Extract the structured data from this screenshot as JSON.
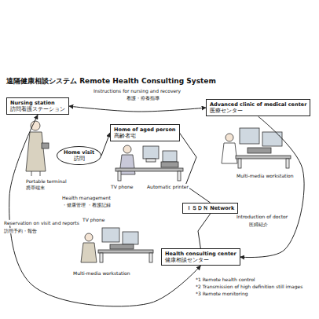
{
  "diagram": {
    "title": "遠隔健康相談システム Remote Health Consulting System",
    "nodes": [
      {
        "text": [
          "Nursing station",
          "訪問看護ステーション"
        ]
      },
      {
        "text": [
          "Home of aged person",
          "高齢者宅"
        ]
      },
      {
        "text": [
          "Advanced clinic of medical center",
          "医療センター"
        ]
      },
      {
        "text": [
          "Health consulting center",
          "健康相談センター"
        ]
      },
      {
        "text": [
          "ＩＳＤＮ Network"
        ]
      },
      {
        "text": [
          "Home visit",
          "訪問"
        ]
      }
    ],
    "edges": [
      {
        "from": 0,
        "to": 2,
        "arrow": "both",
        "label": "Instructions for nursing and recovery"
      },
      {
        "from": 2,
        "to": 3,
        "arrow": "to",
        "label": "Introduction of doctor"
      },
      {
        "from": 3,
        "to": 0,
        "arrow": "both",
        "label": "Reservation on visit and reports"
      },
      {
        "from": 5,
        "to": 1,
        "arrow": "to"
      },
      {
        "from": 1,
        "to": 4,
        "arrow": "none"
      },
      {
        "from": 4,
        "to": 3,
        "arrow": "none"
      }
    ],
    "labels": [
      "看護・療養指導",
      "医師紹介",
      "訪問予約・報告",
      "Portable terminal",
      "携帯端末",
      "Health management",
      "・健康管理 ・看護記録",
      "Automatic printer",
      "TV phone",
      "Multi-media workstation",
      "TV phone",
      "Multi-media workstation",
      "*1 Remote health control",
      "*2 Transmission of high definition still images",
      "*3 Remote monitoring"
    ]
  }
}
